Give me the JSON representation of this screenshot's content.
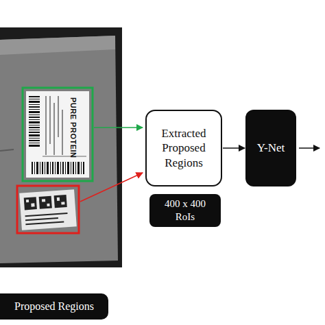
{
  "diagram": {
    "nodes": [
      {
        "text": [
          "Extracted Proposed Regions"
        ]
      },
      {
        "text": [
          "400 x 400 RoIs"
        ]
      },
      {
        "text": [
          "Y-Net"
        ]
      },
      {
        "text": [
          "Proposed Regions"
        ]
      }
    ],
    "edges": [
      {
        "from": 0,
        "to": 2,
        "arrow": "to"
      }
    ],
    "labels": [
      "PURE PROTEIN"
    ]
  }
}
